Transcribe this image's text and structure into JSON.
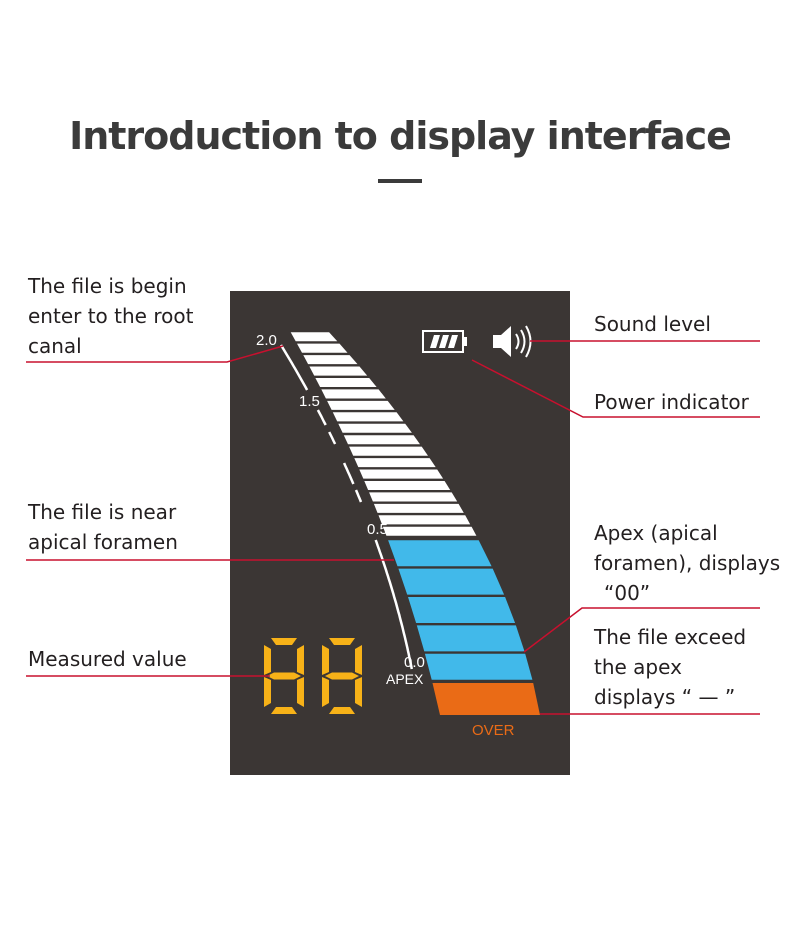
{
  "title": "Introduction to display interface",
  "display": {
    "scale": {
      "mark_2_0": "2.0",
      "mark_1_5": "1.5",
      "mark_0_5": "0.5",
      "mark_0_0": "0.0",
      "apex_label": "APEX",
      "over_label": "OVER"
    },
    "bars": {
      "white_count": 18,
      "blue_count": 5,
      "orange_count": 1
    },
    "measured_value_digits": "88",
    "battery_icon": "battery-icon",
    "sound_icon": "speaker-icon",
    "colors": {
      "panel": "#3b3634",
      "white_bar": "#ffffff",
      "blue_bar": "#41b9ea",
      "orange_bar": "#ea6b16",
      "digit": "#f7b218",
      "callout_line": "#c8102e",
      "over_text": "#ea6b16"
    }
  },
  "callouts": {
    "file_begin": {
      "line1": "The file is begin",
      "line2": "enter to the root",
      "line3": "canal"
    },
    "file_near": {
      "line1": "The file is near",
      "line2": "apical foramen"
    },
    "measured": {
      "line1": "Measured value"
    },
    "sound": {
      "line1": "Sound level"
    },
    "power": {
      "line1": "Power indicator"
    },
    "apex": {
      "line1": "Apex (apical",
      "line2": "foramen), displays",
      "line3": "“00”"
    },
    "exceed": {
      "line1": "The file exceed",
      "line2": "the apex",
      "line3": "displays  “ — ”"
    }
  }
}
